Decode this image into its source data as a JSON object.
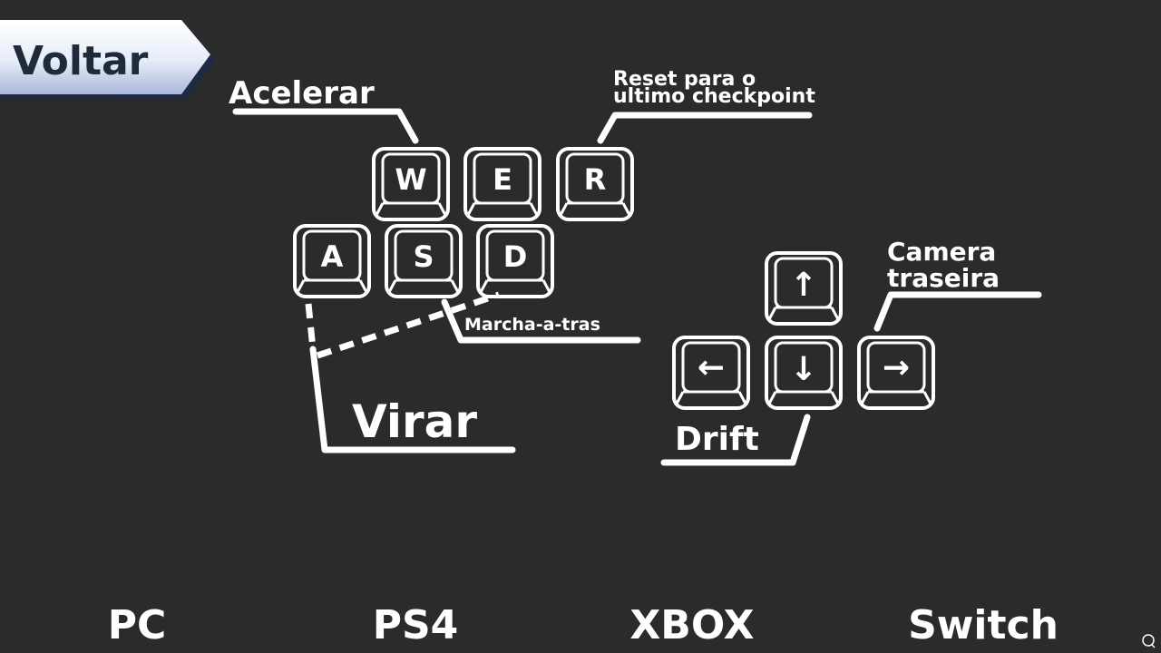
{
  "back_button": {
    "label": "Voltar"
  },
  "labels": {
    "accelerate": "Acelerar",
    "reset_line1": "Reset para o",
    "reset_line2": "ultimo checkpoint",
    "reverse": "Marcha-a-tras",
    "steer": "Virar",
    "rear_camera_line1": "Camera",
    "rear_camera_line2": "traseira",
    "drift": "Drift"
  },
  "keys": {
    "w": "W",
    "e": "E",
    "r": "R",
    "a": "A",
    "s": "S",
    "d": "D",
    "up": "↑",
    "left": "←",
    "down": "↓",
    "right": "→"
  },
  "platform_tabs": [
    "PC",
    "PS4",
    "XBOX",
    "Switch"
  ],
  "colors": {
    "background": "#2b2b2c",
    "foreground": "#ffffff",
    "back_button_fill": "#e8eefb",
    "back_button_shadow": "#7d8fb8"
  }
}
